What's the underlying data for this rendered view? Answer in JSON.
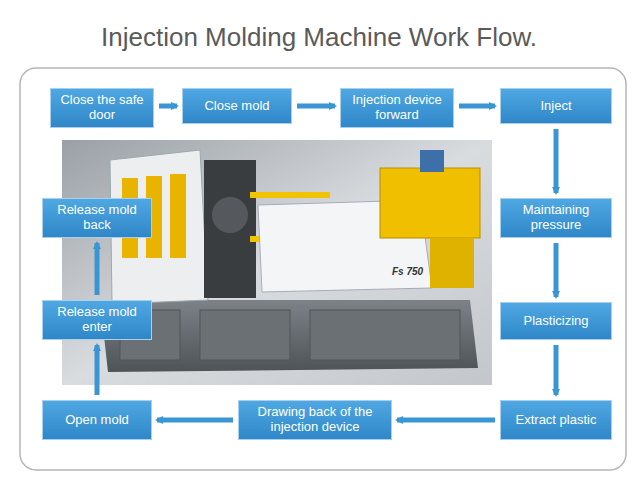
{
  "diagram": {
    "title": "Injection Molding Machine Work Flow.",
    "nodes": [
      {
        "text": [
          "Close the safe door"
        ]
      },
      {
        "text": [
          "Close mold"
        ]
      },
      {
        "text": [
          "Injection device forward"
        ]
      },
      {
        "text": [
          "Inject"
        ]
      },
      {
        "text": [
          "Maintaining pressure"
        ]
      },
      {
        "text": [
          "Plasticizing"
        ]
      },
      {
        "text": [
          "Extract plastic"
        ]
      },
      {
        "text": [
          "Drawing back of the injection device"
        ]
      },
      {
        "text": [
          "Open mold"
        ]
      },
      {
        "text": [
          "Release mold enter"
        ]
      },
      {
        "text": [
          "Release mold back"
        ]
      }
    ],
    "edges": [
      {
        "from": 0,
        "to": 1,
        "arrow": "to"
      },
      {
        "from": 1,
        "to": 2,
        "arrow": "to"
      },
      {
        "from": 2,
        "to": 3,
        "arrow": "to"
      },
      {
        "from": 3,
        "to": 4,
        "arrow": "to"
      },
      {
        "from": 4,
        "to": 5,
        "arrow": "to"
      },
      {
        "from": 5,
        "to": 6,
        "arrow": "to"
      },
      {
        "from": 6,
        "to": 7,
        "arrow": "to"
      },
      {
        "from": 7,
        "to": 8,
        "arrow": "to"
      },
      {
        "from": 8,
        "to": 9,
        "arrow": "to"
      },
      {
        "from": 9,
        "to": 10,
        "arrow": "to"
      }
    ],
    "labels": [
      "Fs 750"
    ]
  }
}
